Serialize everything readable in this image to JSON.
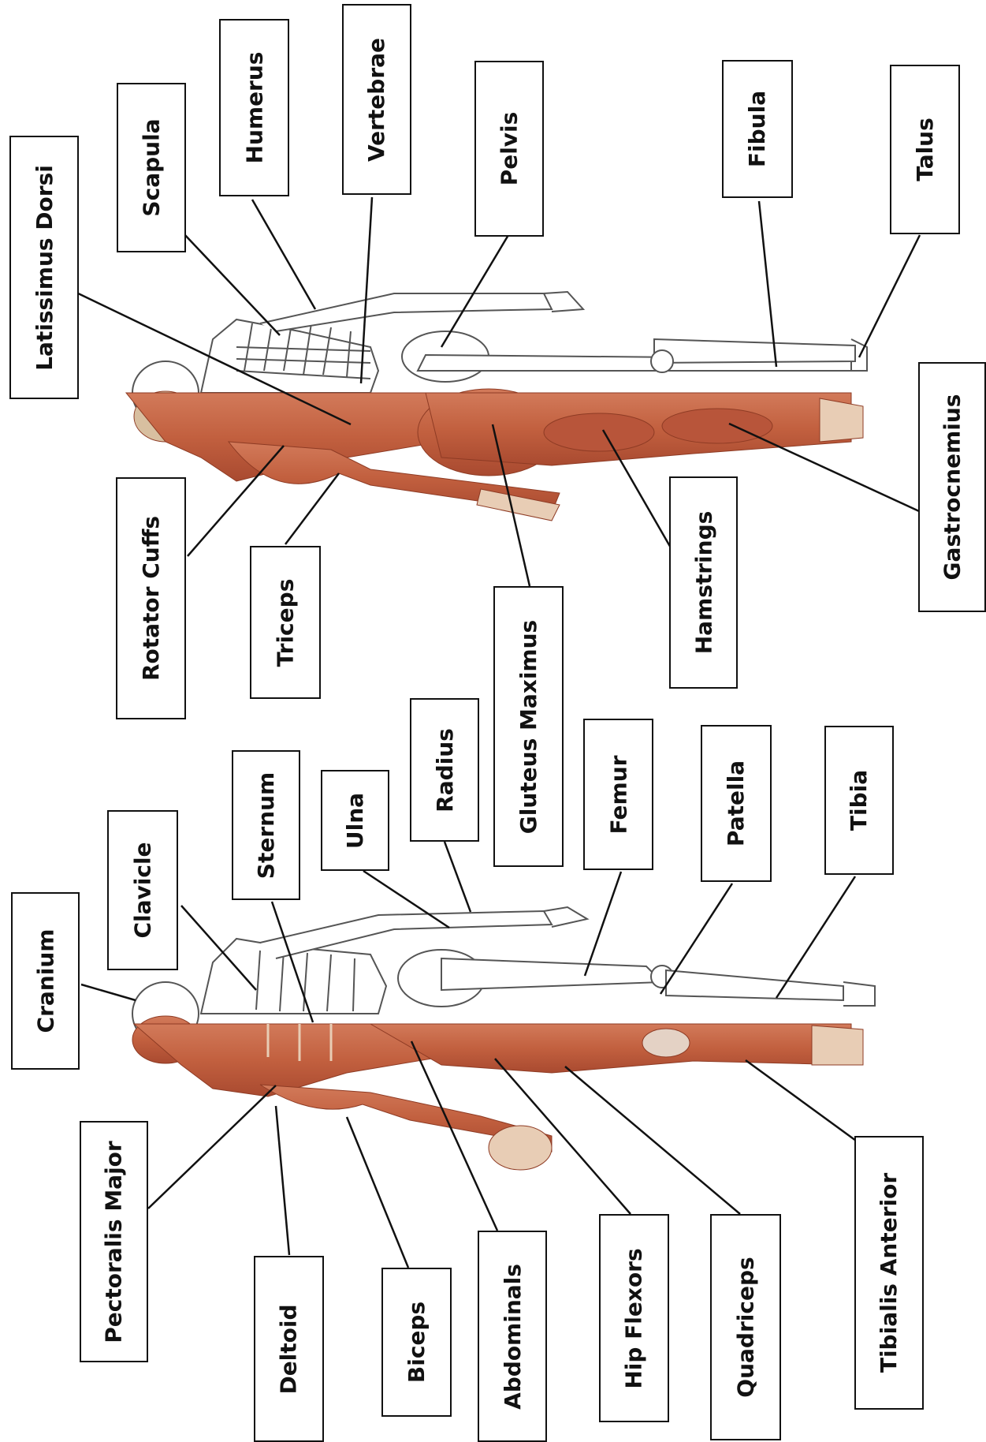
{
  "back_view": {
    "labels": {
      "latissimus_dorsi": "Latissimus Dorsi",
      "scapula": "Scapula",
      "humerus": "Humerus",
      "vertebrae": "Vertebrae",
      "pelvis": "Pelvis",
      "fibula": "Fibula",
      "talus": "Talus",
      "rotator_cuffs": "Rotator Cuffs",
      "triceps": "Triceps",
      "gluteus_maximus": "Gluteus Maximus",
      "hamstrings": "Hamstrings",
      "gastrocnemius": "Gastrocnemius"
    }
  },
  "front_view": {
    "labels": {
      "cranium": "Cranium",
      "clavicle": "Clavicle",
      "sternum": "Sternum",
      "ulna": "Ulna",
      "radius": "Radius",
      "femur": "Femur",
      "patella": "Patella",
      "tibia": "Tibia",
      "pectoralis_major": "Pectoralis Major",
      "deltoid": "Deltoid",
      "biceps": "Biceps",
      "abdominals": "Abdominals",
      "hip_flexors": "Hip Flexors",
      "quadriceps": "Quadriceps",
      "tibialis_anterior": "Tibialis Anterior"
    }
  },
  "colors": {
    "muscle": "#c8684a",
    "muscle_dark": "#a4472f",
    "tendon": "#e8cdb5",
    "bone_outline": "#555555",
    "box_border": "#111111"
  }
}
